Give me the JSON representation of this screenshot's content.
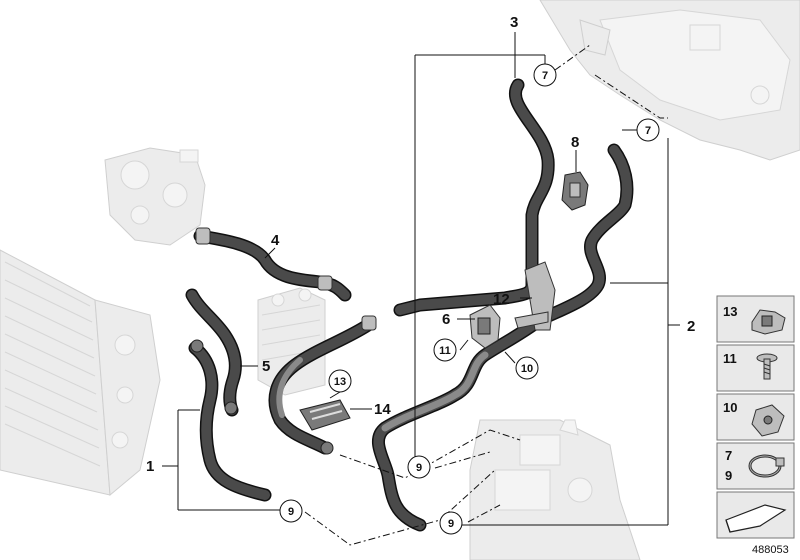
{
  "diagram": {
    "number": "488053",
    "callouts": {
      "1": "1",
      "2": "2",
      "3": "3",
      "4": "4",
      "5": "5",
      "6": "6",
      "8": "8",
      "10": "10",
      "12": "12",
      "14": "14"
    },
    "circled": {
      "7": "7",
      "9": "9",
      "10": "10",
      "11": "11",
      "13": "13"
    },
    "legend": [
      {
        "label": "13",
        "icon": "clip-icon"
      },
      {
        "label": "11",
        "icon": "screw-icon"
      },
      {
        "label": "10",
        "icon": "nut-icon"
      },
      {
        "label": "7\n9",
        "lines": [
          "7",
          "9"
        ],
        "icon": "hose-clamp-icon"
      },
      {
        "label": "",
        "icon": "shim-icon"
      }
    ]
  }
}
